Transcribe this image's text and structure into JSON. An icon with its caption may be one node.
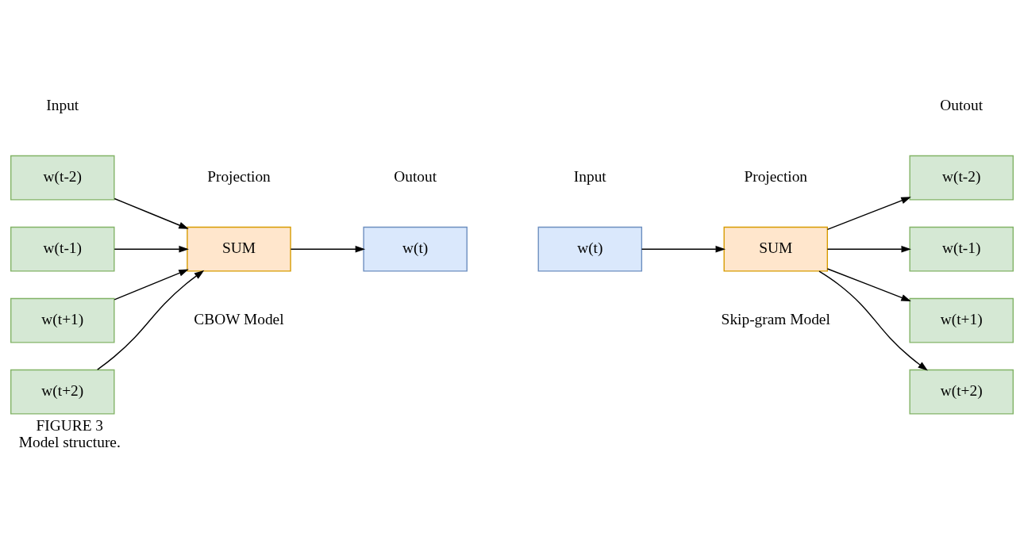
{
  "diagram": {
    "title": "FIGURE 3",
    "caption": "Model structure.",
    "nodes": [
      {
        "text": [
          "w(t-2)"
        ]
      },
      {
        "text": [
          "w(t-1)"
        ]
      },
      {
        "text": [
          "w(t+1)"
        ]
      },
      {
        "text": [
          "w(t+2)"
        ]
      },
      {
        "text": [
          "SUM"
        ]
      },
      {
        "text": [
          "w(t)"
        ]
      },
      {
        "text": [
          "w(t)"
        ]
      },
      {
        "text": [
          "SUM"
        ]
      },
      {
        "text": [
          "w(t-2)"
        ]
      },
      {
        "text": [
          "w(t-1)"
        ]
      },
      {
        "text": [
          "w(t+1)"
        ]
      },
      {
        "text": [
          "w(t+2)"
        ]
      }
    ],
    "edges": [
      {
        "from": 0,
        "to": 4,
        "arrow": "to"
      },
      {
        "from": 1,
        "to": 4,
        "arrow": "to"
      },
      {
        "from": 2,
        "to": 4,
        "arrow": "to"
      },
      {
        "from": 3,
        "to": 4,
        "arrow": "to"
      },
      {
        "from": 4,
        "to": 5,
        "arrow": "to"
      },
      {
        "from": 6,
        "to": 7,
        "arrow": "to"
      },
      {
        "from": 7,
        "to": 8,
        "arrow": "to"
      },
      {
        "from": 7,
        "to": 9,
        "arrow": "to"
      },
      {
        "from": 7,
        "to": 10,
        "arrow": "to"
      },
      {
        "from": 7,
        "to": 11,
        "arrow": "to"
      }
    ],
    "labels": [
      "Input",
      "Projection",
      "Outout",
      "Input",
      "Projection",
      "Outout",
      "CBOW Model",
      "Skip-gram Model"
    ]
  }
}
